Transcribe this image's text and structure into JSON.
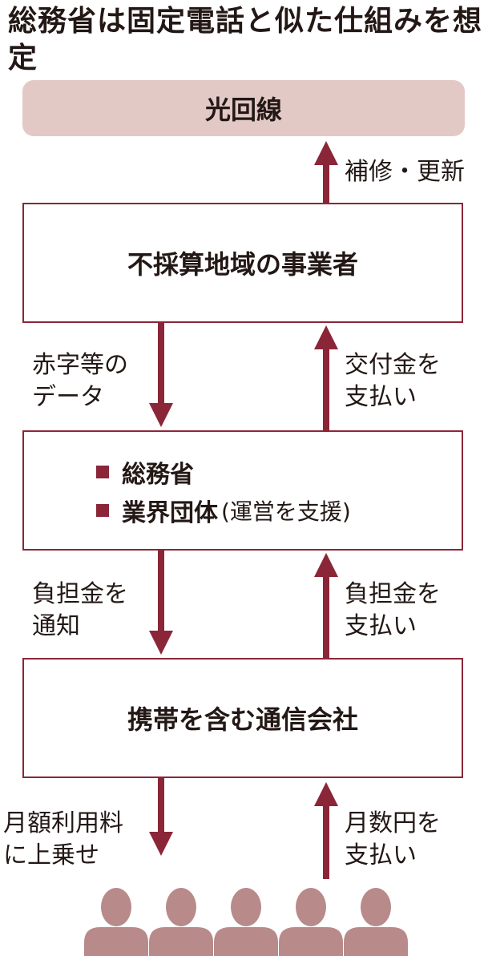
{
  "title": "総務省は固定電話と似た仕組みを想定",
  "nodes": {
    "fiber": "光回線",
    "operator": "不採算地域の事業者",
    "ministry": [
      {
        "label": "総務省",
        "note": ""
      },
      {
        "label": "業界団体",
        "note": "(運営を支援)"
      }
    ],
    "carrier": "携帯を含む通信会社"
  },
  "flows": {
    "repair": "補修・更新",
    "deficit_data": [
      "赤字等の",
      "データ"
    ],
    "grant_payment": [
      "交付金を",
      "支払い"
    ],
    "burden_notice": [
      "負担金を",
      "通知"
    ],
    "burden_payment": [
      "負担金を",
      "支払い"
    ],
    "monthly_fee": [
      "月額利用料",
      "に上乗せ"
    ],
    "yen_payment": [
      "月数円を",
      "支払い"
    ]
  },
  "colors": {
    "accent": "#8b2638",
    "fiber_bg": "#e3c9c6",
    "person": "#b88a8a"
  },
  "users_count": 5
}
